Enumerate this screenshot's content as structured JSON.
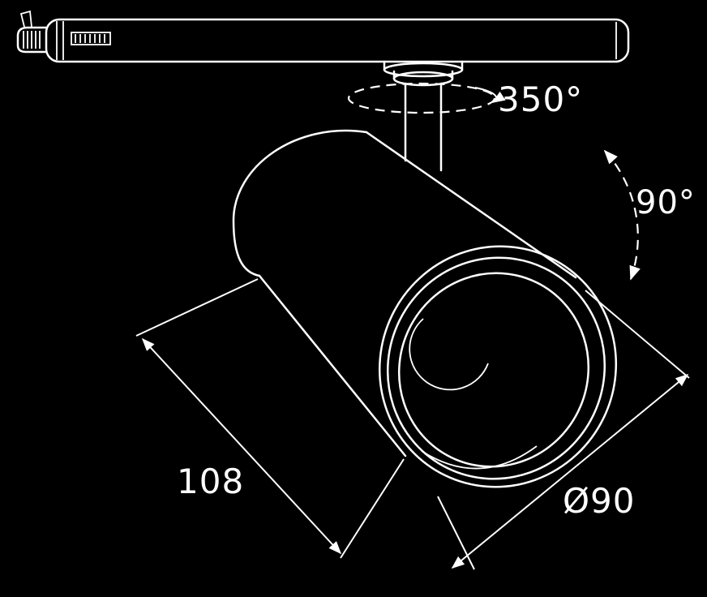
{
  "page": {
    "background_color": "#000000",
    "line_color": "#ffffff"
  },
  "diagram": {
    "type": "technical-line-drawing",
    "labels": {
      "rotation_angle": "350°",
      "tilt_angle": "90°",
      "body_length": "108",
      "face_diameter": "Ø90"
    }
  }
}
